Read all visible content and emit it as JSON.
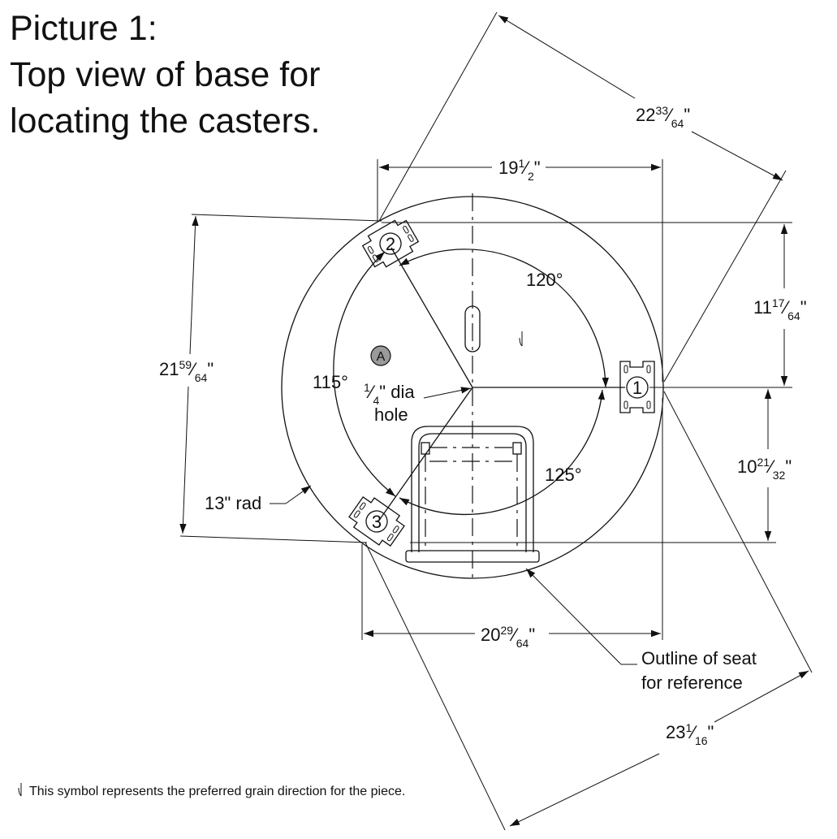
{
  "title": {
    "line1": "Picture 1:",
    "line2": "Top view of base for",
    "line3": "locating the casters."
  },
  "dimensions": {
    "top_width": {
      "whole": "19",
      "num": "1",
      "den": "2",
      "unit": "\""
    },
    "bottom_width": {
      "whole": "20",
      "num": "29",
      "den": "64",
      "unit": "\""
    },
    "diag_upper": {
      "whole": "22",
      "num": "33",
      "den": "64",
      "unit": "\""
    },
    "diag_lower": {
      "whole": "23",
      "num": "1",
      "den": "16",
      "unit": "\""
    },
    "left_height": {
      "whole": "21",
      "num": "59",
      "den": "64",
      "unit": "\""
    },
    "right_upper": {
      "whole": "11",
      "num": "17",
      "den": "64",
      "unit": "\""
    },
    "right_lower": {
      "whole": "10",
      "num": "21",
      "den": "32",
      "unit": "\""
    }
  },
  "angles": {
    "a120": "120°",
    "a115": "115°",
    "a125": "125°"
  },
  "labels": {
    "hole_num": "1",
    "hole_den": "4",
    "hole_text": "\" dia",
    "hole_line2": "hole",
    "radius": "13\" rad",
    "seat_line1": "Outline of seat",
    "seat_line2": "for reference",
    "marker_a": "A"
  },
  "casters": {
    "c1": "1",
    "c2": "2",
    "c3": "3"
  },
  "legend": {
    "text": "This symbol represents the preferred grain direction for the piece."
  }
}
